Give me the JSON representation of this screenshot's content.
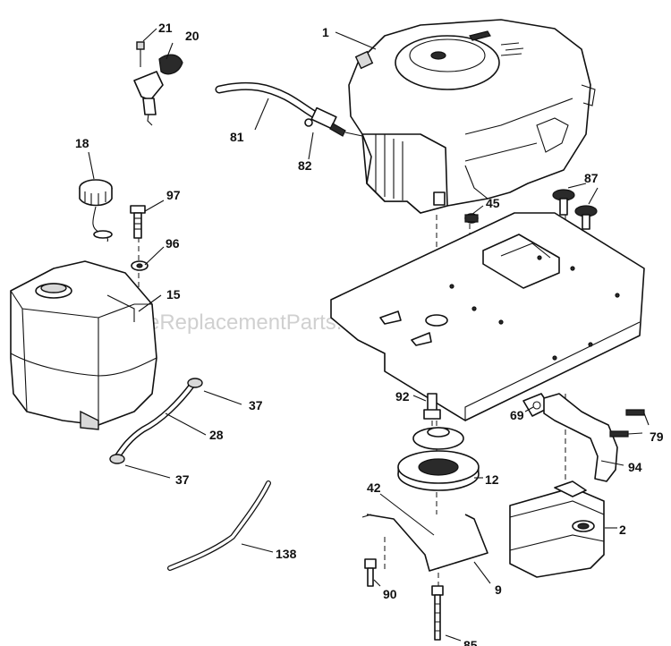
{
  "watermark": "eReplacementParts.com",
  "callouts": {
    "c1": "1",
    "c2": "2",
    "c9": "9",
    "c12": "12",
    "c15": "15",
    "c18": "18",
    "c20": "20",
    "c21": "21",
    "c28": "28",
    "c37a": "37",
    "c37b": "37",
    "c42": "42",
    "c45": "45",
    "c69": "69",
    "c79": "79",
    "c81": "81",
    "c82": "82",
    "c85": "85",
    "c87": "87",
    "c90": "90",
    "c92": "92",
    "c94": "94",
    "c96": "96",
    "c97": "97",
    "c138": "138"
  }
}
